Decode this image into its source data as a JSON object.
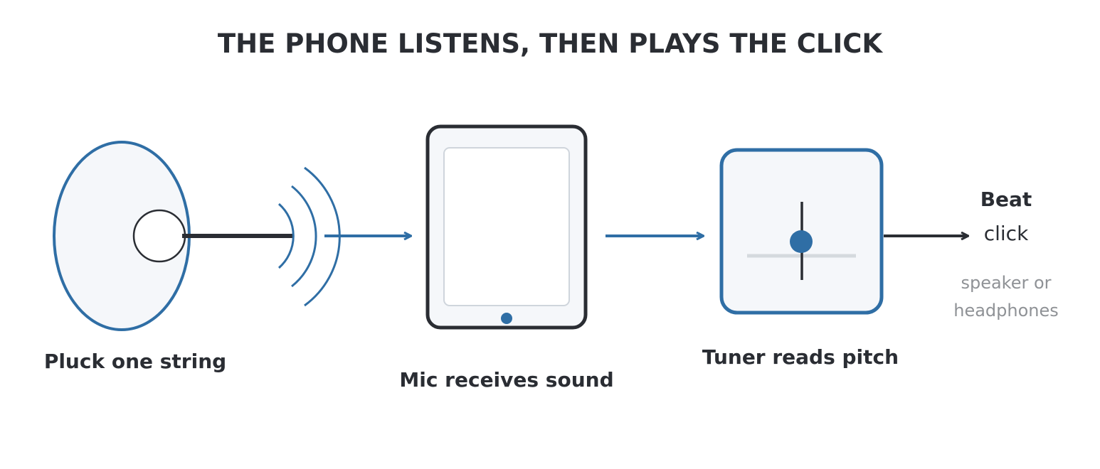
{
  "title": "THE PHONE LISTENS, THEN PLAYS THE CLICK",
  "steps": {
    "pluck": {
      "label": "Pluck one string"
    },
    "mic": {
      "label": "Mic receives sound"
    },
    "tuner": {
      "label": "Tuner reads pitch"
    }
  },
  "output": {
    "line1": "Beat",
    "line2": "click",
    "note_line1": "speaker or",
    "note_line2": "headphones"
  },
  "colors": {
    "blue": "#2f6ea5",
    "dark": "#2a2d33",
    "panel_fill": "#f5f7fa",
    "screen_stroke": "#cfd5dc",
    "track": "#d5dade",
    "note": "#8f9296"
  }
}
